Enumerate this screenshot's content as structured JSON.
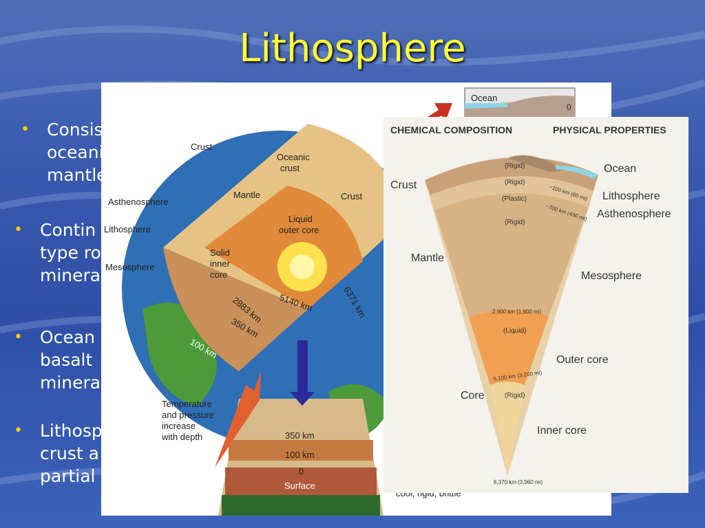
{
  "slide": {
    "title": "Lithosphere",
    "bullets": [
      {
        "lines": [
          "Consis",
          "oceani",
          "mantle"
        ]
      },
      {
        "lines": [
          "Contin",
          "type ro",
          "minera"
        ]
      },
      {
        "lines": [
          "Ocean",
          "basalt",
          "minera"
        ]
      },
      {
        "lines": [
          "Lithosp",
          "crust a",
          "partial"
        ]
      }
    ]
  },
  "earth_diagram": {
    "labels": {
      "crust": "Crust",
      "oceanic_crust_1": "Oceanic",
      "oceanic_crust_2": "crust",
      "mantle": "Mantle",
      "crust_right": "Crust",
      "asthenosphere": "Asthenosphere",
      "lithosphere": "Lithosphere",
      "mesosphere": "Mesosphere",
      "liquid_outer_core_1": "Liquid",
      "liquid_outer_core_2": "outer core",
      "solid_inner_core_1": "Solid",
      "solid_inner_core_2": "inner",
      "solid_inner_core_3": "core",
      "depth_5140": "5140 km",
      "depth_2883": "2883 km",
      "depth_350": "350 km",
      "depth_100": "100 km",
      "depth_6371": "6371 km",
      "temp_1": "Temperature",
      "temp_2": "and pressure",
      "temp_3": "increase",
      "temp_4": "with depth",
      "col_350": "350 km",
      "col_100": "100 km",
      "col_0": "0",
      "surface": "Surface",
      "ocean_inset": "Ocean",
      "inset_zero": "0",
      "bottom_text": "cool, rigid, brittle"
    }
  },
  "layers_diagram": {
    "headers": {
      "chemical": "CHEMICAL COMPOSITION",
      "physical": "PHYSICAL PROPERTIES"
    },
    "left_labels": {
      "crust": "Crust",
      "mantle": "Mantle",
      "core": "Core"
    },
    "right_labels": {
      "ocean": "Ocean",
      "lithosphere": "Lithosphere",
      "asthenosphere": "Asthenosphere",
      "mesosphere": "Mesosphere",
      "outer_core": "Outer core",
      "inner_core": "Inner core"
    },
    "states": {
      "rigid_1": "(Rigid)",
      "rigid_2": "(Rigid)",
      "plastic": "(Plastic)",
      "rigid_3": "(Rigid)",
      "liquid": "(Liquid)",
      "rigid_4": "(Rigid)"
    },
    "depths": {
      "d100": "~100 km (60 mi)",
      "d700": "~700 km (430 mi)",
      "d2900": "2,900 km (1,800 mi)",
      "d5100": "5,100 km (3,200 mi)",
      "d6370": "6,370 km (3,960 mi)"
    }
  }
}
